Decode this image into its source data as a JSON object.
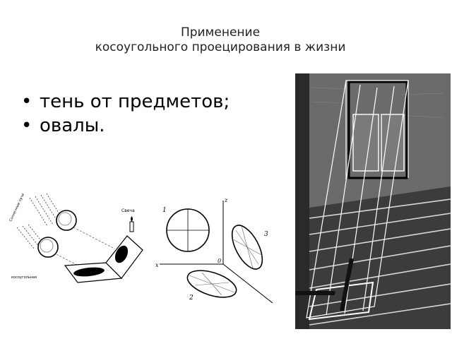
{
  "slide": {
    "title_line1": "Применение",
    "title_line2": "косоугольного проецирования в жизни"
  },
  "bullets": [
    {
      "text": "тень от предметов;"
    },
    {
      "text": "овалы."
    }
  ],
  "figures": {
    "shadow_diagram": {
      "icon": "sun-rays-shadow-illustration",
      "labels": {
        "rays": "Солнечные лучи",
        "candle": "Свеча",
        "projection": "косоугольная"
      }
    },
    "ovals_diagram": {
      "icon": "circle-oblique-projection-ovals",
      "labels": {
        "one": "1",
        "two": "2",
        "three": "3",
        "origin": "0",
        "x": "x",
        "z": "z"
      }
    },
    "photo": {
      "icon": "window-shadow-on-floor-photo"
    }
  },
  "colors": {
    "background": "#ffffff",
    "text": "#000000",
    "photo_dark": "#3a3a3a"
  }
}
